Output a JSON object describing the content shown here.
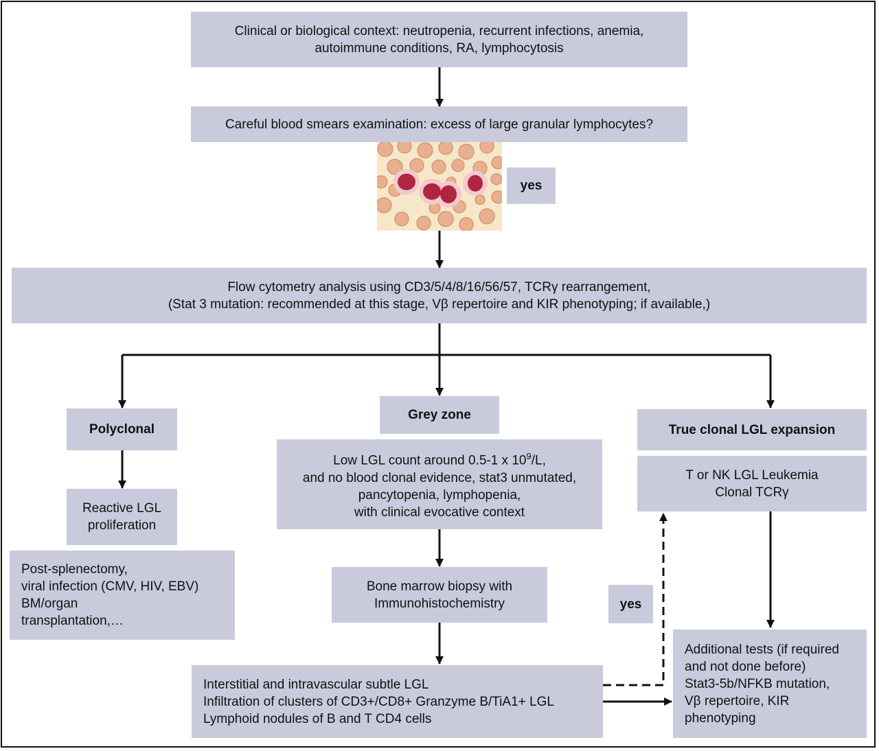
{
  "colors": {
    "box_fill": "#c9cbdc",
    "line": "#111111",
    "rbc": "#e8b08f",
    "background_smear": "#f6e7c8",
    "nucleus": "#b0253f"
  },
  "boxes": {
    "context": "Clinical or biological context: neutropenia, recurrent infections, anemia,\nautoimmune conditions, RA, lymphocytosis",
    "smear": "Careful blood smears examination: excess of large granular lymphocytes?",
    "yes_top": "yes",
    "flow_line1": "Flow cytometry analysis using CD3/5/4/8/16/56/57, TCRγ rearrangement,",
    "flow_line2": "(Stat 3 mutation: recommended at this stage, Vβ repertoire and KIR phenotyping; if available,)",
    "polyclonal": "Polyclonal",
    "reactive": "Reactive LGL\nproliferation",
    "post_splenectomy": "Post-splenectomy,\n viral infection (CMV, HIV, EBV)\nBM/organ\ntransplantation,…",
    "grey_zone": "Grey zone",
    "low_lgl_prefix": "Low LGL count around 0.5-1 x 10",
    "low_lgl_sup": "9",
    "low_lgl_suffix": "/L,",
    "low_lgl_rest": "and no blood clonal evidence, stat3 unmutated,\npancytopenia, lymphopenia,\nwith clinical evocative context",
    "bone_marrow": "Bone marrow biopsy with\nImmunohistochemistry",
    "interstitial": "Interstitial and intravascular subtle LGL\nInfiltration of clusters of CD3+/CD8+ Granzyme B/TiA1+ LGL\nLymphoid nodules of B and T CD4 cells",
    "true_clonal": "True clonal LGL expansion",
    "leukemia": "T or NK LGL Leukemia\nClonal TCRγ",
    "yes_bottom": "yes",
    "additional": "Additional tests (if required\nand not done before)\nStat3-5b/NFKB mutation,\nVβ repertoire, KIR\nphenotyping"
  }
}
